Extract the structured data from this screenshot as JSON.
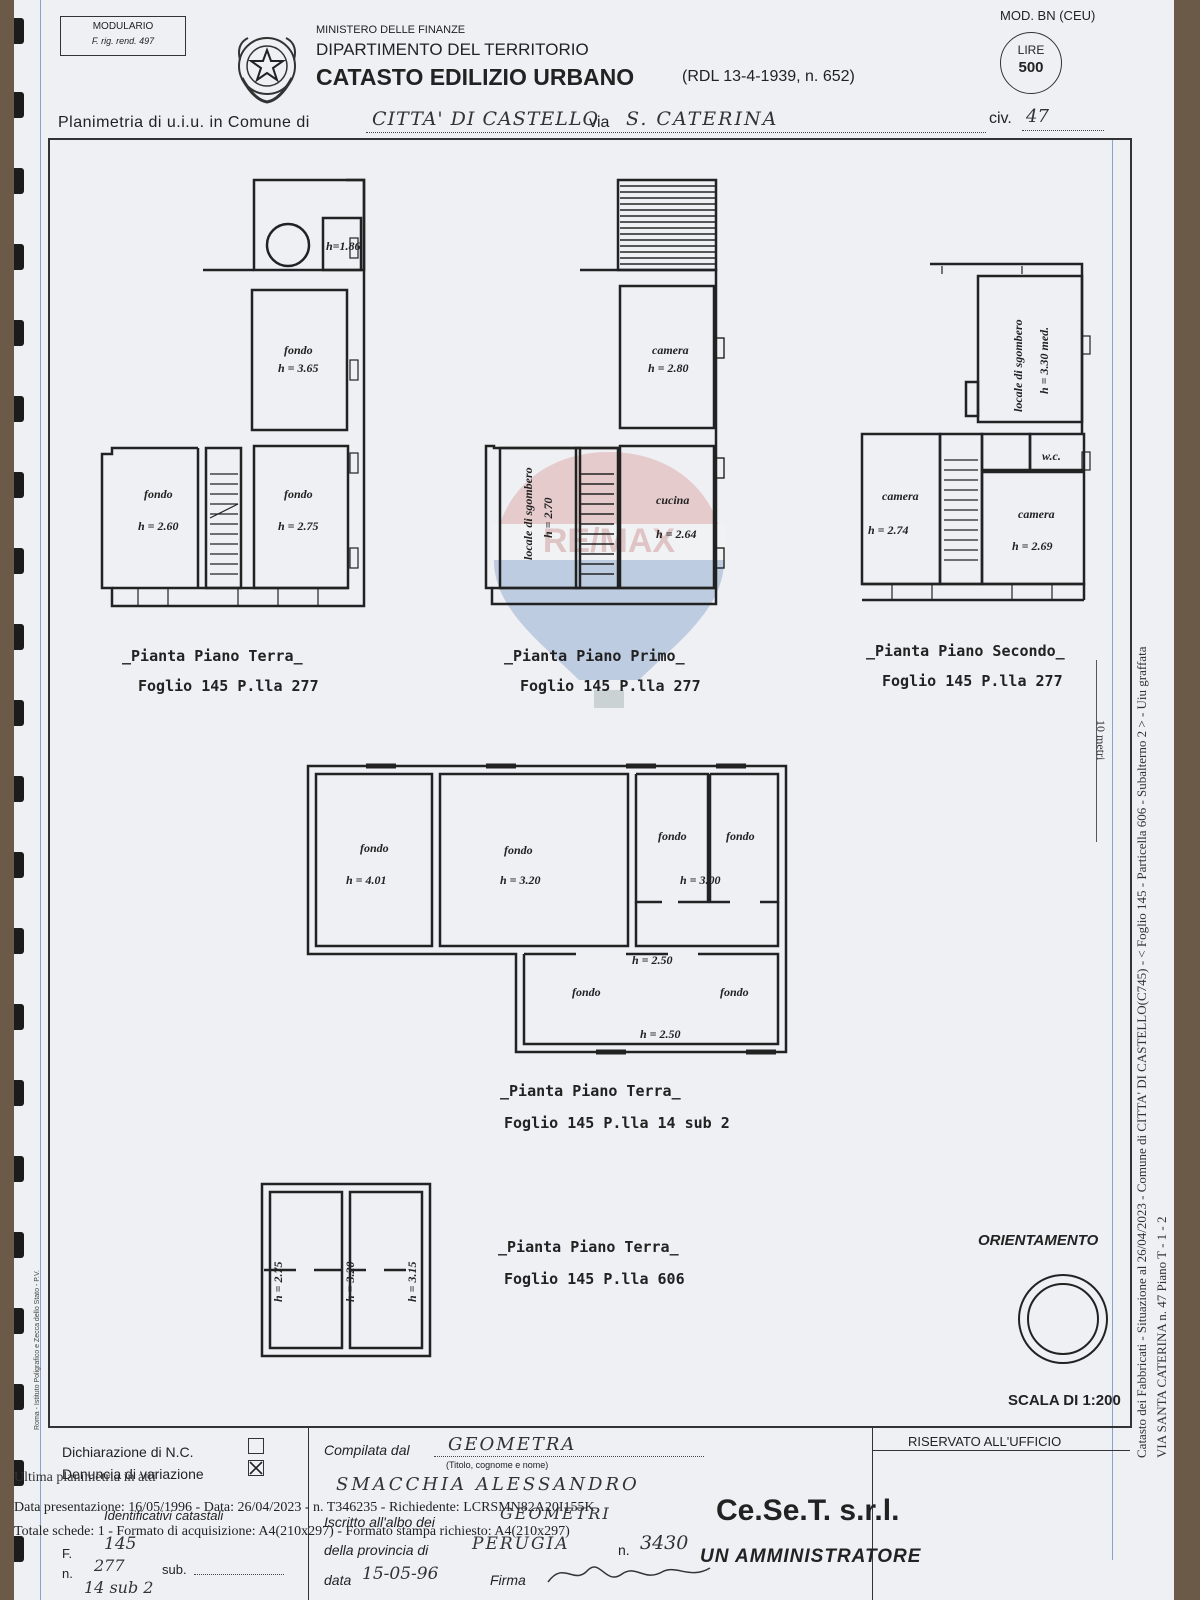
{
  "header": {
    "modulario_1": "MODULARIO",
    "modulario_2": "F. rig. rend. 497",
    "ministry": "MINISTERO DELLE FINANZE",
    "department": "DIPARTIMENTO DEL TERRITORIO",
    "title": "CATASTO EDILIZIO URBANO",
    "law": "(RDL 13-4-1939, n. 652)",
    "model": "MOD. BN (CEU)",
    "price_label": "LIRE",
    "price_value": "500"
  },
  "address_line": {
    "prefix": "Planimetria di u.i.u. in Comune di",
    "comune": "CITTA' DI CASTELLO",
    "via_label": "via",
    "via": "S. CATERINA",
    "civ_label": "civ.",
    "civ": "47"
  },
  "plans": {
    "p1": {
      "title": "_Pianta Piano Terra_",
      "foglio": "Foglio 145 P.lla 277",
      "labels": [
        "h=1.86",
        "fondo",
        "h = 3.65",
        "fondo",
        "h = 2.60",
        "fondo",
        "h = 2.75"
      ]
    },
    "p2": {
      "title": "_Pianta Piano Primo_",
      "foglio": "Foglio 145 P.lla 277",
      "labels": [
        "camera",
        "h = 2.80",
        "locale di sgombero",
        "h = 2.70",
        "cucina",
        "h = 2.64"
      ]
    },
    "p3": {
      "title": "_Pianta Piano Secondo_",
      "foglio": "Foglio 145 P.lla 277",
      "labels": [
        "locale di sgombero",
        "h = 3.30 med.",
        "w.c.",
        "camera",
        "h = 2.74",
        "camera",
        "h = 2.69"
      ]
    },
    "p4": {
      "title": "_Pianta Piano Terra_",
      "foglio": "Foglio 145 P.lla 14 sub 2",
      "labels": [
        "fondo",
        "h = 4.01",
        "fondo",
        "h = 3.20",
        "fondo",
        "fondo",
        "h = 3.00",
        "h = 2.50",
        "fondo",
        "fondo",
        "h = 2.50"
      ]
    },
    "p5": {
      "title": "_Pianta Piano Terra_",
      "foglio": "Foglio 145 P.lla 606",
      "labels": [
        "h = 2.75",
        "h = 3.20",
        "h = 3.15"
      ]
    }
  },
  "orientation": {
    "label": "ORIENTAMENTO",
    "scale": "SCALA DI 1:200"
  },
  "side_text": {
    "line1": "Catasto dei Fabbricati - Situazione al 26/04/2023 - Comune di CITTA' DI CASTELLO(C745) - < Foglio 145 - Particella 606 - Subalterno 2 > - Uiu graffata",
    "line2": "VIA SANTA CATERINA n. 47 Piano T - 1 - 2",
    "scale_bar": "10 metri",
    "printer": "Roma - Istituto Poligrafico e Zecca dello Stato - P.V."
  },
  "footer": {
    "dichiarazione": "Dichiarazione di N.C.",
    "denuncia": "Denuncia di variazione",
    "ultima": "Ultima planimetria in atti",
    "data_presentazione": "Data presentazione: 16/05/1996 - Data: 26/04/2023 - n. T346235 - Richiedente: LCRSMN82A20I155K",
    "totale_schede": "Totale schede: 1 - Formato di acquisizione: A4(210x297) - Formato stampa richiesto: A4(210x297)",
    "identificativi": "Identificativi catastali",
    "f_label": "F.",
    "f_value": "145",
    "n_label": "n.",
    "n_value": "277",
    "sub_label": "sub.",
    "n2_value": "14 sub 2",
    "compilata_label": "Compilata dal",
    "compilata_value": "GEOMETRA",
    "titolo_hint": "(Titolo, cognome e nome)",
    "name": "SMACCHIA ALESSANDRO",
    "iscritto_label": "Iscritto all'albo dei",
    "iscritto_value": "GEOMETRI",
    "provincia_label": "della provincia di",
    "provincia_value": "PERUGIA",
    "num_label": "n.",
    "num_value": "3430",
    "data_label": "data",
    "data_value": "15-05-96",
    "firma_label": "Firma",
    "riservato": "RISERVATO ALL'UFFICIO",
    "stamp_1": "Ce.Se.T. s.r.l.",
    "stamp_2": "UN AMMINISTRATORE"
  },
  "watermark": "RE/MAX"
}
